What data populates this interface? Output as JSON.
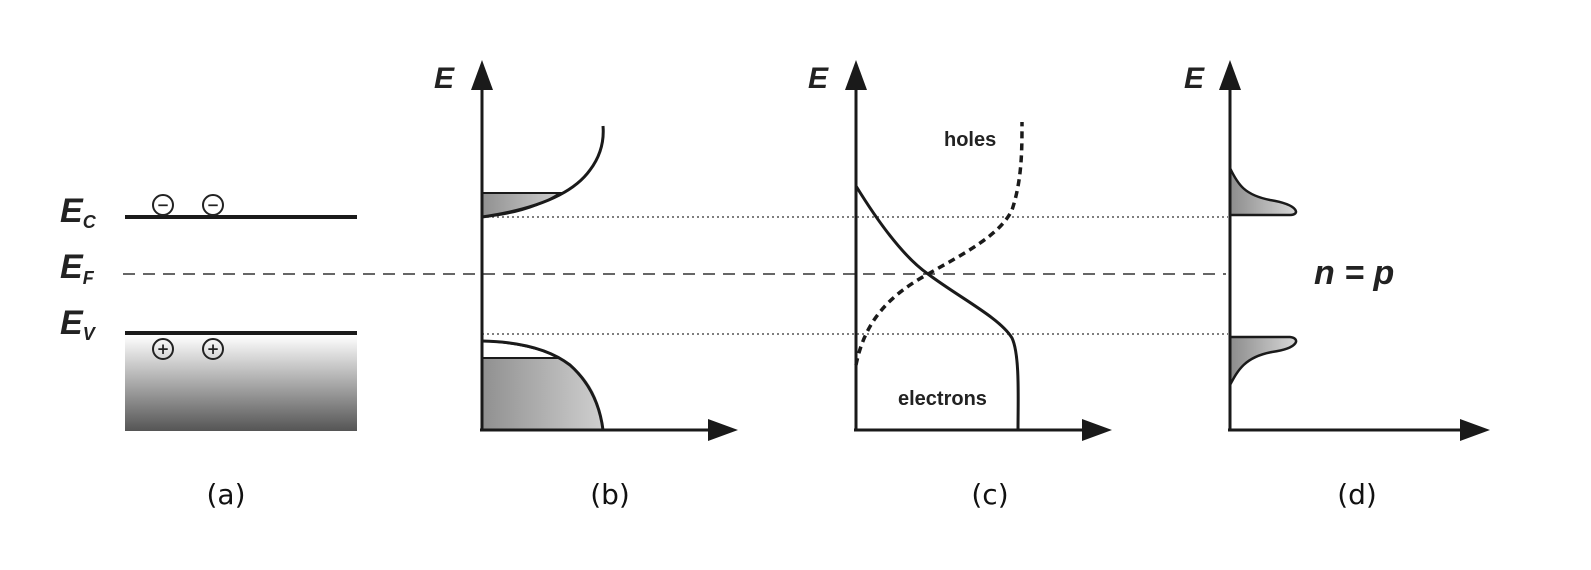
{
  "energy_levels": {
    "conduction": {
      "main": "E",
      "sub": "C"
    },
    "fermi": {
      "main": "E",
      "sub": "F"
    },
    "valence": {
      "main": "E",
      "sub": "V"
    }
  },
  "axis_label": "E",
  "charges": {
    "electron": "−",
    "hole": "+"
  },
  "curve_labels": {
    "holes": "holes",
    "electrons": "electrons"
  },
  "equation": "n = p",
  "panel_labels": [
    "(a)",
    "(b)",
    "(c)",
    "(d)"
  ],
  "colors": {
    "ink": "#1a1a1a",
    "fill_gray": "#a8a8a8",
    "band_dark": "#5a5a5a"
  }
}
